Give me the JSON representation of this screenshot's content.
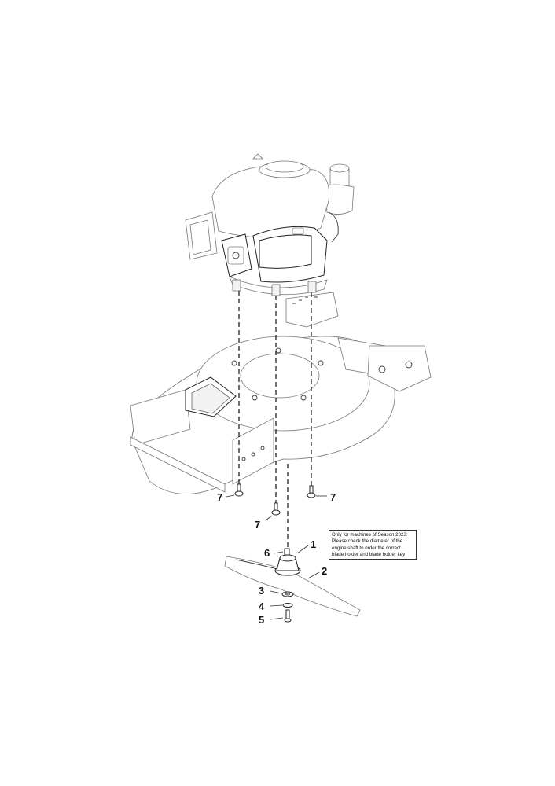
{
  "callouts": {
    "c1": "1",
    "c2": "2",
    "c3": "3",
    "c4": "4",
    "c5": "5",
    "c6": "6",
    "c7a": "7",
    "c7b": "7",
    "c7c": "7"
  },
  "note": {
    "line1": "Only for machines of Season 2023:",
    "line2": "Please check the diameter of the",
    "line3": "engine shaft to order the correct",
    "line4": "blade holder and blade holder key"
  }
}
